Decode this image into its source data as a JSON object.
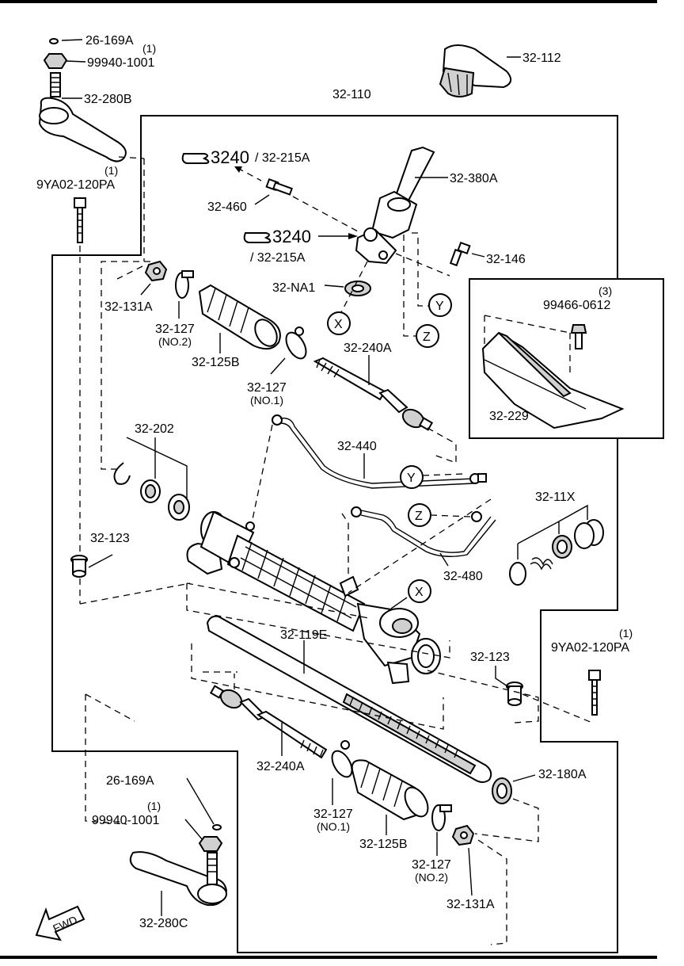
{
  "labels": {
    "l_26169A_top": "26-169A",
    "l_qty1_a": "(1)",
    "l_99940_top": "99940-1001",
    "l_32280B": "32-280B",
    "l_qty1_b": "(1)",
    "l_9YA02_left": "9YA02-120PA",
    "l_32110": "32-110",
    "l_32112": "32-112",
    "l_3240_a": "3240",
    "l_32215A_a": "/ 32-215A",
    "l_32380A": "32-380A",
    "l_32460": "32-460",
    "l_3240_b": "3240",
    "l_32215A_b": "/ 32-215A",
    "l_32146": "32-146",
    "l_32NA1": "32-NA1",
    "l_Y_top": "Y",
    "l_X_top": "X",
    "l_Z_top": "Z",
    "l_32131A_top": "32-131A",
    "l_32127_no2_top": "32-127",
    "l_no2_top": "(NO.2)",
    "l_32125B_top": "32-125B",
    "l_32127_no1_top": "32-127",
    "l_no1_top": "(NO.1)",
    "l_32240A_top": "32-240A",
    "l_qty3": "(3)",
    "l_99466": "99466-0612",
    "l_32229": "32-229",
    "l_32202": "32-202",
    "l_32440": "32-440",
    "l_Y_mid": "Y",
    "l_3211X": "32-11X",
    "l_32123_left": "32-123",
    "l_Z_mid": "Z",
    "l_32480": "32-480",
    "l_X_mid": "X",
    "l_qty1_c": "(1)",
    "l_9YA02_right": "9YA02-120PA",
    "l_32119E": "32-119E",
    "l_32123_right": "32-123",
    "l_32240A_bot": "32-240A",
    "l_32180A": "32-180A",
    "l_26169A_bot": "26-169A",
    "l_qty1_d": "(1)",
    "l_99940_bot": "99940-1001",
    "l_32127_no1_bot": "32-127",
    "l_no1_bot": "(NO.1)",
    "l_32125B_bot": "32-125B",
    "l_32127_no2_bot": "32-127",
    "l_no2_bot": "(NO.2)",
    "l_32131A_bot": "32-131A",
    "l_32280C": "32-280C",
    "l_fwd": "FWD"
  }
}
